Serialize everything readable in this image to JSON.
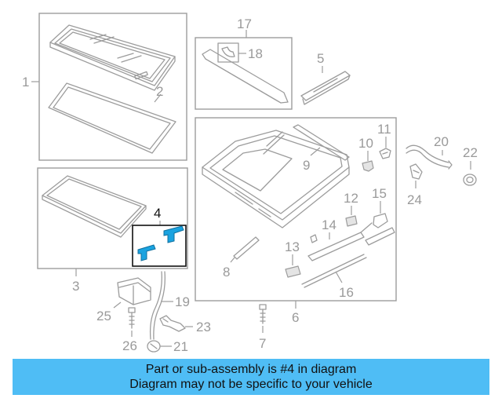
{
  "callouts": {
    "c1": "1",
    "c2": "2",
    "c3": "3",
    "c4": "4",
    "c5": "5",
    "c6": "6",
    "c7": "7",
    "c8": "8",
    "c9": "9",
    "c10": "10",
    "c11": "11",
    "c12": "12",
    "c13": "13",
    "c14": "14",
    "c15": "15",
    "c16": "16",
    "c17": "17",
    "c18": "18",
    "c19": "19",
    "c20": "20",
    "c21": "21",
    "c22": "22",
    "c23": "23",
    "c24": "24",
    "c25": "25",
    "c26": "26"
  },
  "highlighted_part": "4",
  "colors": {
    "banner": "#4fbdf5",
    "highlight_part": "#1aa3e0",
    "line": "#9c9c9c"
  },
  "banner": {
    "line1": "Part or sub-assembly is #4 in diagram",
    "line2": "Diagram may not be specific to your vehicle"
  }
}
